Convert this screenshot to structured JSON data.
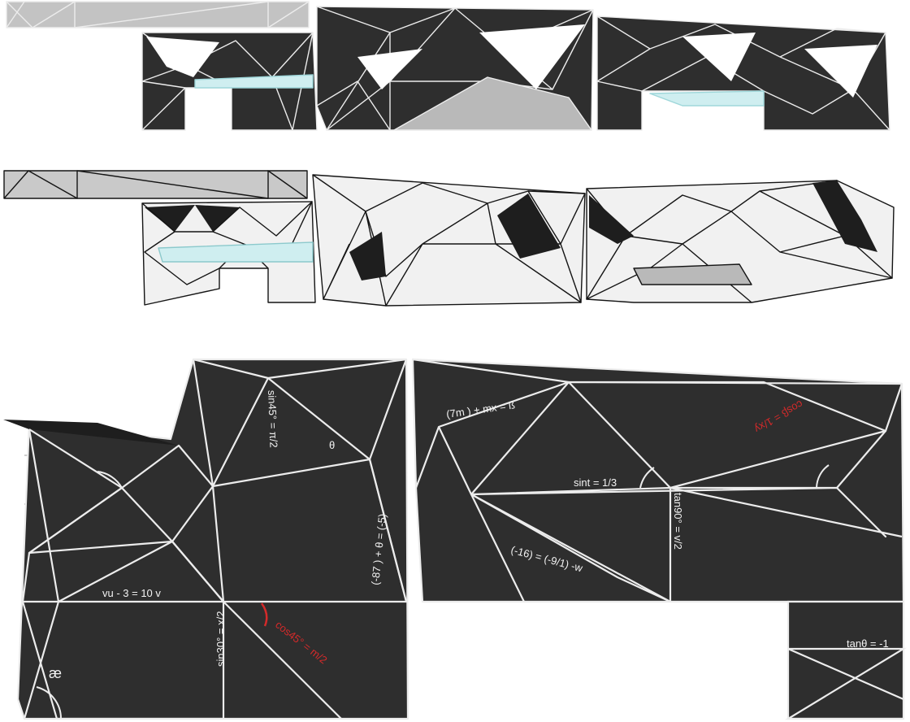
{
  "colors": {
    "dark_panel": "#2e2e2e",
    "light_panel": "#f1f1f1",
    "grey_panel": "#b9b9b9",
    "glass": "#cfeef0",
    "edge_light": "#ececec",
    "edge_dark": "#141414",
    "highlight": "#d42a2a"
  },
  "annotations": {
    "sin45": "sin45° = π/2",
    "theta": "θ",
    "bracket_eq": "(-87 ) + θ = (-5)",
    "vu_eq": "vu - 3 = 10 v",
    "sin30": "sin30° = x/2",
    "cos45": "cos45° = m/2",
    "ae": "æ",
    "seven_m": "(7m ) + mx = ß",
    "sint": "sint = 1/3",
    "tan90": "tan90° = v/2",
    "minus16": "(-16) = (-9/1) -w",
    "cos_beta": "cosβ = 1/xy",
    "tan_theta": "tanθ = -1"
  }
}
